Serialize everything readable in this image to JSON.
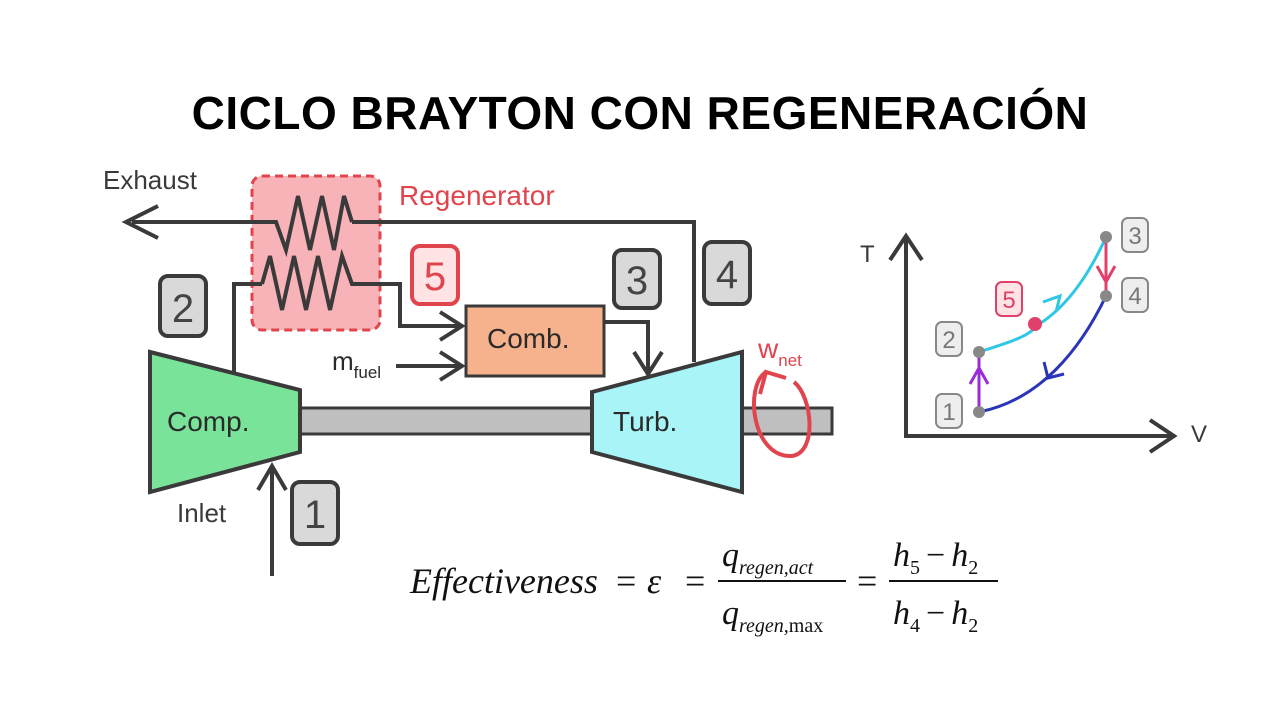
{
  "title": "CICLO BRAYTON CON REGENERACIÓN",
  "cycle": {
    "exhaust": "Exhaust",
    "regenerator": "Regenerator",
    "inlet": "Inlet",
    "compressor": "Comp.",
    "combustor": "Comb.",
    "turbine": "Turb.",
    "fuel": {
      "main": "m",
      "sub": "fuel"
    },
    "work": {
      "main": "w",
      "sub": "net"
    },
    "states": [
      "1",
      "2",
      "3",
      "4",
      "5"
    ]
  },
  "ts_diagram": {
    "y_axis": "T",
    "x_axis": "V",
    "points": [
      "1",
      "2",
      "3",
      "4",
      "5"
    ]
  },
  "equation": {
    "lhs": "Effectiveness",
    "symbol": "ε",
    "frac1": {
      "num_base": "q",
      "num_sub": "regen,act",
      "den_base": "q",
      "den_sub_it": "regen,",
      "den_sub_rm": "max"
    },
    "frac2": {
      "num_a": "h",
      "num_a_sub": "5",
      "num_b": "h",
      "num_b_sub": "2",
      "den_a": "h",
      "den_a_sub": "4",
      "den_b": "h",
      "den_b_sub": "2"
    },
    "minus": "−",
    "equals": "="
  },
  "colors": {
    "pipe": "#3a3a3a",
    "compressor": "#7ae39a",
    "combustor": "#f5b28c",
    "turbine": "#a8f4f6",
    "shaft": "#bfbfbf",
    "regenerator_fill": "#f7b3b7",
    "regenerator_border": "#e0444d",
    "accent_red": "#e0444d",
    "state_box": "#d9d9d9",
    "ts_cyan": "#2ec8e6",
    "ts_blue": "#2a35b8",
    "ts_purple": "#9b2bd9",
    "ts_pink": "#e0406a",
    "ts_point": "#888888"
  }
}
